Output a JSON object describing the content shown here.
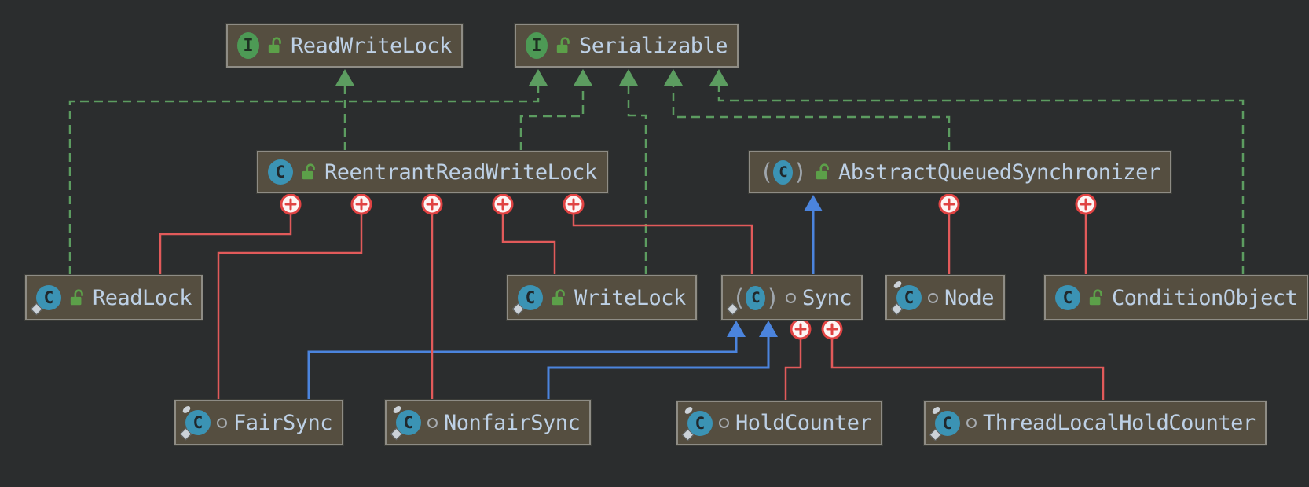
{
  "diagram": {
    "tool": "uml-class-diagram",
    "colors": {
      "background": "#2b2d2e",
      "node_bg": "#554e40",
      "node_border": "#8e8c85",
      "label": "#bdd0e5",
      "realization_edge": "#5c9c60",
      "inheritance_edge": "#4b84dd",
      "inner_class_edge": "#e25a5a",
      "plus_ring": "#e04343",
      "plus_fill": "#fdf4f4",
      "class_icon": "#3b93b4",
      "interface_icon": "#4d9a55",
      "lock_icon": "#5ca049",
      "modifier_marker": "#ccd2d8",
      "package_private_icon": "#a6abb0"
    },
    "nodes": [
      {
        "id": "ReadWriteLock",
        "label": "ReadWriteLock",
        "kind": "interface",
        "abstract": false,
        "static": false,
        "final": false,
        "visibility": "public"
      },
      {
        "id": "Serializable",
        "label": "Serializable",
        "kind": "interface",
        "abstract": false,
        "static": false,
        "final": false,
        "visibility": "public"
      },
      {
        "id": "ReentrantReadWriteLock",
        "label": "ReentrantReadWriteLock",
        "kind": "class",
        "abstract": false,
        "static": false,
        "final": false,
        "visibility": "public"
      },
      {
        "id": "AbstractQueuedSynchronizer",
        "label": "AbstractQueuedSynchronizer",
        "kind": "class",
        "abstract": true,
        "static": false,
        "final": false,
        "visibility": "public"
      },
      {
        "id": "ReadLock",
        "label": "ReadLock",
        "kind": "class",
        "abstract": false,
        "static": true,
        "final": false,
        "visibility": "public"
      },
      {
        "id": "WriteLock",
        "label": "WriteLock",
        "kind": "class",
        "abstract": false,
        "static": true,
        "final": false,
        "visibility": "public"
      },
      {
        "id": "Sync",
        "label": "Sync",
        "kind": "class",
        "abstract": true,
        "static": true,
        "final": false,
        "visibility": "package"
      },
      {
        "id": "Node",
        "label": "Node",
        "kind": "class",
        "abstract": false,
        "static": true,
        "final": true,
        "visibility": "package"
      },
      {
        "id": "ConditionObject",
        "label": "ConditionObject",
        "kind": "class",
        "abstract": false,
        "static": false,
        "final": false,
        "visibility": "public"
      },
      {
        "id": "FairSync",
        "label": "FairSync",
        "kind": "class",
        "abstract": false,
        "static": true,
        "final": true,
        "visibility": "package"
      },
      {
        "id": "NonfairSync",
        "label": "NonfairSync",
        "kind": "class",
        "abstract": false,
        "static": true,
        "final": true,
        "visibility": "package"
      },
      {
        "id": "HoldCounter",
        "label": "HoldCounter",
        "kind": "class",
        "abstract": false,
        "static": true,
        "final": true,
        "visibility": "package"
      },
      {
        "id": "ThreadLocalHoldCounter",
        "label": "ThreadLocalHoldCounter",
        "kind": "class",
        "abstract": false,
        "static": true,
        "final": true,
        "visibility": "package"
      }
    ],
    "edges": [
      {
        "from": "ReentrantReadWriteLock",
        "to": "ReadWriteLock",
        "type": "realization"
      },
      {
        "from": "ReadLock",
        "to": "Serializable",
        "type": "realization"
      },
      {
        "from": "ReentrantReadWriteLock",
        "to": "Serializable",
        "type": "realization"
      },
      {
        "from": "WriteLock",
        "to": "Serializable",
        "type": "realization"
      },
      {
        "from": "AbstractQueuedSynchronizer",
        "to": "Serializable",
        "type": "realization"
      },
      {
        "from": "ConditionObject",
        "to": "Serializable",
        "type": "realization"
      },
      {
        "from": "Sync",
        "to": "AbstractQueuedSynchronizer",
        "type": "inheritance"
      },
      {
        "from": "FairSync",
        "to": "Sync",
        "type": "inheritance"
      },
      {
        "from": "NonfairSync",
        "to": "Sync",
        "type": "inheritance"
      },
      {
        "from": "ReentrantReadWriteLock",
        "to": "ReadLock",
        "type": "inner"
      },
      {
        "from": "ReentrantReadWriteLock",
        "to": "FairSync",
        "type": "inner"
      },
      {
        "from": "ReentrantReadWriteLock",
        "to": "NonfairSync",
        "type": "inner"
      },
      {
        "from": "ReentrantReadWriteLock",
        "to": "WriteLock",
        "type": "inner"
      },
      {
        "from": "ReentrantReadWriteLock",
        "to": "Sync",
        "type": "inner"
      },
      {
        "from": "AbstractQueuedSynchronizer",
        "to": "Node",
        "type": "inner"
      },
      {
        "from": "AbstractQueuedSynchronizer",
        "to": "ConditionObject",
        "type": "inner"
      },
      {
        "from": "Sync",
        "to": "HoldCounter",
        "type": "inner"
      },
      {
        "from": "Sync",
        "to": "ThreadLocalHoldCounter",
        "type": "inner"
      }
    ]
  }
}
